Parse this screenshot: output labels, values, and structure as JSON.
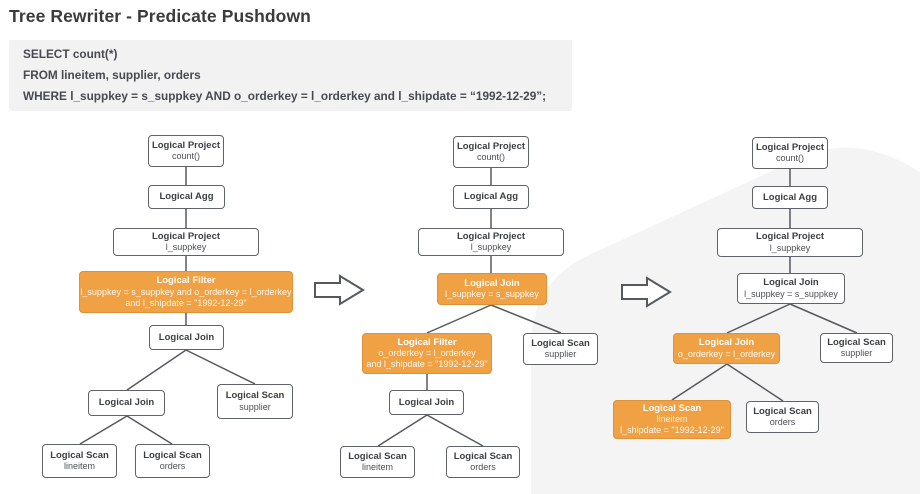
{
  "page": {
    "title": "Tree Rewriter - Predicate Pushdown"
  },
  "sql": {
    "lines": [
      "SELECT count(*)",
      "FROM lineitem, supplier, orders",
      "WHERE l_suppkey = s_suppkey AND o_orderkey = l_orderkey and l_shipdate = “1992-12-29”;"
    ]
  },
  "colors": {
    "highlight_orange": "#f0a143",
    "highlight_border": "#dd9138",
    "box_border": "#5f6368",
    "edge_line": "#55595e",
    "sql_background": "#f2f2f3",
    "swoosh_background": "#f4f4f5",
    "title_text": "#3b3b3b",
    "node_text": "#3c4043"
  },
  "arrows": [
    {
      "name": "transform-step-1"
    },
    {
      "name": "transform-step-2"
    }
  ],
  "trees": [
    {
      "label": "original-plan",
      "nodes": [
        {
          "title": "Logical Project",
          "lines": [
            "count()"
          ]
        },
        {
          "title": "Logical Agg",
          "lines": []
        },
        {
          "title": "Logical Project",
          "lines": [
            "l_suppkey"
          ]
        },
        {
          "title": "Logical Filter",
          "lines": [
            "l_suppkey = s_suppkey and o_orderkey = l_orderkey",
            "and l_shipdate = \"1992-12-29\""
          ],
          "highlight": true
        },
        {
          "title": "Logical Join",
          "lines": []
        },
        {
          "title": "Logical Join",
          "lines": []
        },
        {
          "title": "Logical Scan",
          "lines": [
            "supplier"
          ]
        },
        {
          "title": "Logical Scan",
          "lines": [
            "lineitem"
          ]
        },
        {
          "title": "Logical Scan",
          "lines": [
            "orders"
          ]
        }
      ]
    },
    {
      "label": "predicates-split",
      "nodes": [
        {
          "title": "Logical Project",
          "lines": [
            "count()"
          ]
        },
        {
          "title": "Logical Agg",
          "lines": []
        },
        {
          "title": "Logical Project",
          "lines": [
            "l_suppkey"
          ]
        },
        {
          "title": "Logical Join",
          "lines": [
            "l_suppkey = s_suppkey"
          ],
          "highlight": true
        },
        {
          "title": "Logical Filter",
          "lines": [
            "o_orderkey = l_orderkey",
            "and l_shipdate = \"1992-12-29\""
          ],
          "highlight": true
        },
        {
          "title": "Logical Scan",
          "lines": [
            "supplier"
          ]
        },
        {
          "title": "Logical Join",
          "lines": []
        },
        {
          "title": "Logical Scan",
          "lines": [
            "lineitem"
          ]
        },
        {
          "title": "Logical Scan",
          "lines": [
            "orders"
          ]
        }
      ]
    },
    {
      "label": "predicates-pushed-down",
      "nodes": [
        {
          "title": "Logical Project",
          "lines": [
            "count()"
          ]
        },
        {
          "title": "Logical Agg",
          "lines": []
        },
        {
          "title": "Logical Project",
          "lines": [
            "l_suppkey"
          ]
        },
        {
          "title": "Logical Join",
          "lines": [
            "l_suppkey = s_suppkey"
          ]
        },
        {
          "title": "Logical Join",
          "lines": [
            "o_orderkey = l_orderkey"
          ],
          "highlight": true
        },
        {
          "title": "Logical Scan",
          "lines": [
            "supplier"
          ]
        },
        {
          "title": "Logical Scan",
          "lines": [
            "lineitem",
            "l_shipdate = \"1992-12-29\""
          ],
          "highlight": true
        },
        {
          "title": "Logical Scan",
          "lines": [
            "orders"
          ]
        }
      ]
    }
  ]
}
